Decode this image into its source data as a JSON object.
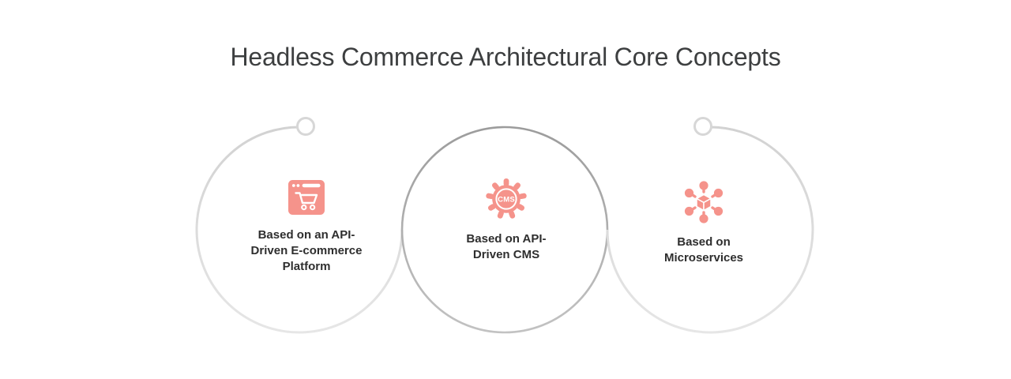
{
  "title": "Headless Commerce Architectural Core Concepts",
  "colors": {
    "accent_salmon": "#F5938B",
    "ring_light_gray": "#DCDCDC",
    "ring_dark_gray": "#A9A9A9",
    "node_fill": "#FFFFFF",
    "label_text": "#2E2E2E",
    "title_text": "#3D3F40",
    "background": "#FFFFFF"
  },
  "concepts": [
    {
      "icon": "browser-cart-icon",
      "lines": [
        "Based on an API-",
        "Driven E-commerce",
        "Platform"
      ]
    },
    {
      "icon": "cms-gear-icon",
      "icon_text": "CMS",
      "lines": [
        "Based on API-",
        "Driven CMS"
      ]
    },
    {
      "icon": "microservices-icon",
      "lines": [
        "Based on",
        "Microservices"
      ]
    }
  ]
}
